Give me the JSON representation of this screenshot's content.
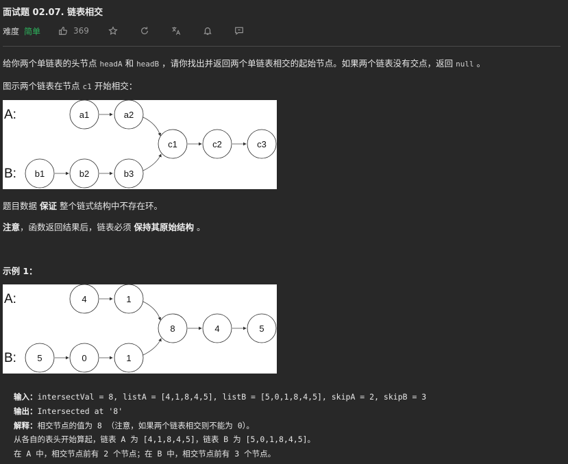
{
  "header": {
    "title": "面试题 02.07. 链表相交",
    "difficulty_label": "难度",
    "difficulty": "简单",
    "likes": "369",
    "icons": [
      "thumbs-up-icon",
      "star-icon",
      "share-icon",
      "translate-icon",
      "bell-icon",
      "comment-icon"
    ]
  },
  "description": {
    "p1_a": "给你两个单链表的头节点 ",
    "p1_code1": "headA",
    "p1_b": " 和 ",
    "p1_code2": "headB",
    "p1_c": " ，请你找出并返回两个单链表相交的起始节点。如果两个链表没有交点，返回 ",
    "p1_code3": "null",
    "p1_d": " 。",
    "p2_a": "图示两个链表在节点 ",
    "p2_code": "c1",
    "p2_b": " 开始相交：",
    "p3_a": "题目数据 ",
    "p3_bold": "保证",
    "p3_b": " 整个链式结构中不存在环。",
    "p4_bold1": "注意",
    "p4_a": "，函数返回结果后，链表必须 ",
    "p4_bold2": "保持其原始结构",
    "p4_b": " 。",
    "example_heading": "示例 1："
  },
  "figure1": {
    "label_a": "A:",
    "label_b": "B:",
    "a_nodes": [
      "a1",
      "a2"
    ],
    "b_nodes": [
      "b1",
      "b2",
      "b3"
    ],
    "c_nodes": [
      "c1",
      "c2",
      "c3"
    ]
  },
  "figure2": {
    "label_a": "A:",
    "label_b": "B:",
    "a_nodes": [
      "4",
      "1"
    ],
    "b_nodes": [
      "5",
      "0",
      "1"
    ],
    "c_nodes": [
      "8",
      "4",
      "5"
    ]
  },
  "example1": {
    "input_label": "输入：",
    "input_value": "intersectVal = 8, listA = [4,1,8,4,5], listB = [5,0,1,8,4,5], skipA = 2, skipB = 3",
    "output_label": "输出：",
    "output_value": "Intersected at '8'",
    "explanation_label": "解释：",
    "explanation_line1": "相交节点的值为 8 （注意，如果两个链表相交则不能为 0）。",
    "explanation_line2": "从各自的表头开始算起，链表 A 为 [4,1,8,4,5]，链表 B 为 [5,0,1,8,4,5]。",
    "explanation_line3": "在 A 中，相交节点前有 2 个节点；在 B 中，相交节点前有 3 个节点。"
  }
}
